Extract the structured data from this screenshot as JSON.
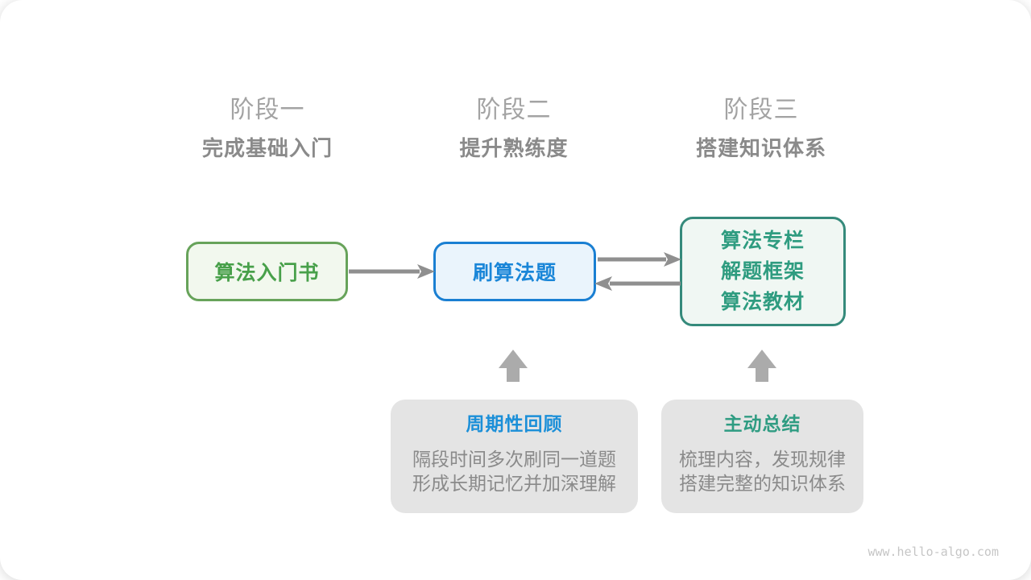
{
  "diagram": {
    "stages": [
      {
        "label": "阶段一",
        "subtitle": "完成基础入门"
      },
      {
        "label": "阶段二",
        "subtitle": "提升熟练度"
      },
      {
        "label": "阶段三",
        "subtitle": "搭建知识体系"
      }
    ],
    "nodes": {
      "intro_book": {
        "label": "算法入门书"
      },
      "practice": {
        "label": "刷算法题"
      },
      "resources": {
        "lines": [
          "算法专栏",
          "解题框架",
          "算法教材"
        ]
      }
    },
    "notes": [
      {
        "title": "周期性回顾",
        "lines": [
          "隔段时间多次刷同一道题",
          "形成长期记忆并加深理解"
        ]
      },
      {
        "title": "主动总结",
        "lines": [
          "梳理内容，发现规律",
          "搭建完整的知识体系"
        ]
      }
    ],
    "watermark": "www.hello-algo.com",
    "colors": {
      "green_accent": "#67a35a",
      "green_fill": "#f2f8ee",
      "green_text": "#48a04a",
      "blue_accent": "#1a7fd2",
      "blue_fill": "#eaf4fc",
      "blue_text": "#1a86d8",
      "teal_accent": "#358a7b",
      "teal_fill": "#f0f7f3",
      "teal_text": "#2f9c80",
      "note_fill": "#e4e4e4",
      "note_title_blue": "#1b8fd8",
      "note_title_teal": "#2f9c82",
      "muted_text": "#8a8a8a",
      "stage_label_gray": "#a3a3a3",
      "flow_arrow_gray": "#8f8f8f",
      "up_arrow_gray": "#ababab",
      "watermark_gray": "#c6c6c6"
    }
  }
}
